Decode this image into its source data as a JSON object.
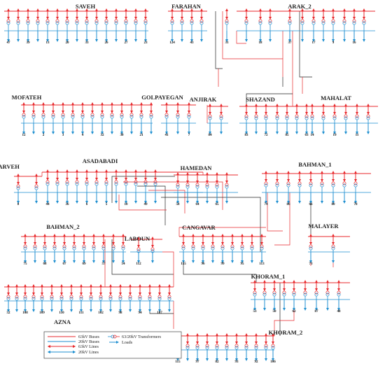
{
  "colors": {
    "red": "#e8292c",
    "blue": "#1f8fd0",
    "black": "#222222"
  },
  "areas": [
    {
      "id": "saveh",
      "name": "SAVEH"
    },
    {
      "id": "farahan",
      "name": "FARAHAN"
    },
    {
      "id": "arak2",
      "name": "ARAK_2"
    },
    {
      "id": "mofateh",
      "name": "MOFATEH"
    },
    {
      "id": "golpayegan",
      "name": "GOLPAYEGAN"
    },
    {
      "id": "anjirak",
      "name": "ANJIRAK"
    },
    {
      "id": "shazand",
      "name": "SHAZAND"
    },
    {
      "id": "mahalat",
      "name": "MAHALAT"
    },
    {
      "id": "gharveh",
      "name": "GHARVEH"
    },
    {
      "id": "asadabadi",
      "name": "ASADABADI"
    },
    {
      "id": "hamedan",
      "name": "HAMEDAN"
    },
    {
      "id": "bahman1",
      "name": "BAHMAN_1"
    },
    {
      "id": "malayer",
      "name": "MALAYER"
    },
    {
      "id": "bahman2",
      "name": "BAHMAN_2"
    },
    {
      "id": "cangavar",
      "name": "CANGAVAR"
    },
    {
      "id": "laboun",
      "name": "LABOUN"
    },
    {
      "id": "khoram1",
      "name": "KHORAM_1"
    },
    {
      "id": "azna",
      "name": "AZNA"
    },
    {
      "id": "khoram2",
      "name": "KHORAM_2"
    }
  ],
  "node_labels": [
    "47",
    "39",
    "13",
    "20",
    "33",
    "26",
    "27",
    "23",
    "124",
    "43",
    "31",
    "18",
    "37",
    "17",
    "9",
    "16",
    "12",
    "2",
    "3",
    "4",
    "32",
    "30",
    "21",
    "41",
    "7",
    "84",
    "83",
    "72",
    "85",
    "63",
    "14",
    "19",
    "11",
    "8",
    "44",
    "36",
    "6",
    "5",
    "10",
    "49",
    "58",
    "64",
    "65",
    "74",
    "86",
    "66",
    "80",
    "78",
    "73",
    "75",
    "68",
    "67",
    "69",
    "57",
    "54",
    "155",
    "96",
    "99",
    "95",
    "113",
    "112",
    "53",
    "50",
    "62",
    "87",
    "48",
    "52",
    "108",
    "109",
    "110",
    "111",
    "102",
    "98",
    "94",
    "107",
    "115",
    "97",
    "82",
    "93",
    "92",
    "106",
    "104",
    "105",
    "103"
  ],
  "legend": {
    "items": [
      {
        "id": "bus63",
        "text": "63kV Buses"
      },
      {
        "id": "bus20",
        "text": "20kV Buses"
      },
      {
        "id": "line63",
        "text": "63kV Lines"
      },
      {
        "id": "line20",
        "text": "20kV Lines"
      },
      {
        "id": "transformer",
        "text": "63/20kV Transformers"
      },
      {
        "id": "loads",
        "text": "Loads"
      }
    ]
  }
}
